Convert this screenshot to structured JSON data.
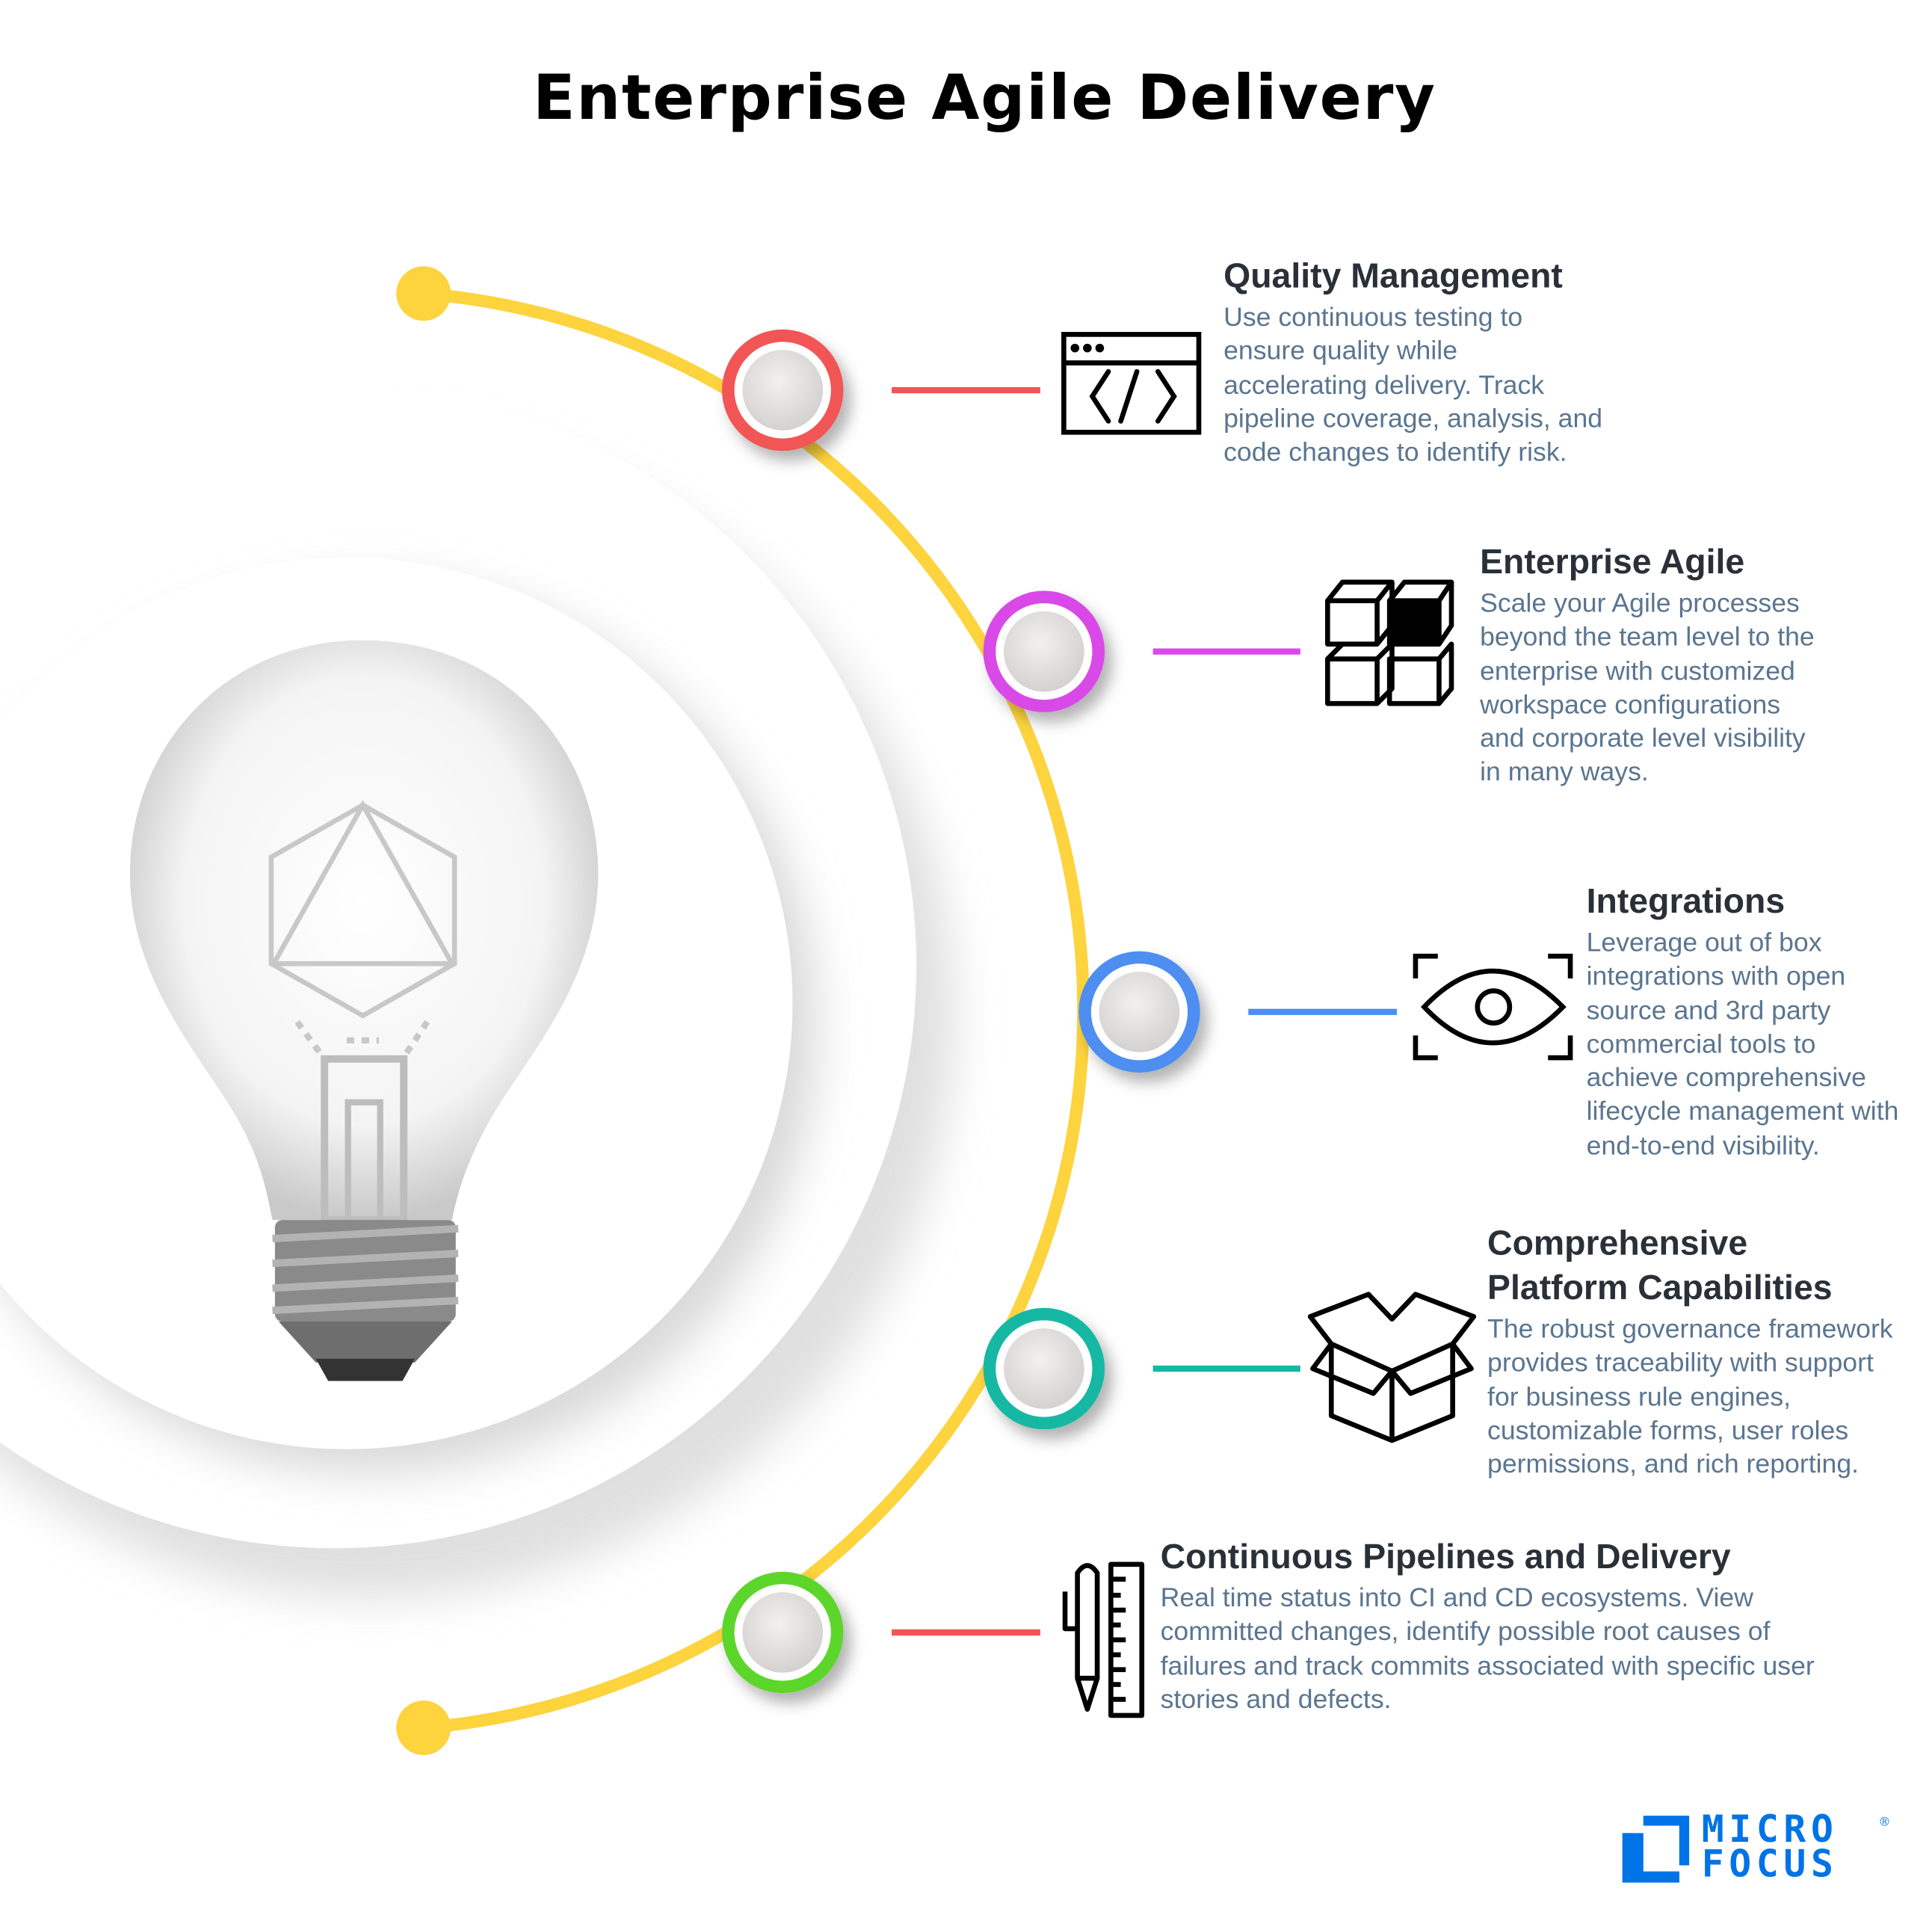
{
  "title": "Enterprise Agile Delivery",
  "colors": {
    "arc": "#fdd33e",
    "quality": "#f25555",
    "agile": "#d94ae8",
    "integrations": "#4d8ef0",
    "platform": "#14b8a3",
    "pipelines": "#5bd62a",
    "logo": "#0073e7"
  },
  "items": [
    {
      "heading": "Quality Management",
      "icon": "code-window-icon",
      "body": [
        "Use continuous testing to",
        "ensure quality while",
        "accelerating delivery. Track",
        "pipeline coverage, analysis, and",
        "code changes to identify risk."
      ]
    },
    {
      "heading": "Enterprise Agile",
      "icon": "cubes-icon",
      "body": [
        "Scale your Agile processes",
        "beyond the team level to the",
        "enterprise with customized",
        "workspace configurations",
        "and corporate level visibility",
        "in many ways."
      ]
    },
    {
      "heading": "Integrations",
      "icon": "eye-scan-icon",
      "body": [
        "Leverage out of box",
        "integrations with open",
        "source and 3rd party",
        "commercial tools to",
        "achieve comprehensive",
        "lifecycle management with",
        "end-to-end visibility."
      ]
    },
    {
      "heading": "Comprehensive",
      "heading2": "Platform Capabilities",
      "icon": "open-box-icon",
      "body": [
        "The robust governance framework",
        "provides traceability with support",
        "for business rule engines,",
        "customizable forms, user roles",
        "permissions, and rich reporting."
      ]
    },
    {
      "heading": "Continuous Pipelines and Delivery",
      "icon": "pen-ruler-icon",
      "body": [
        "Real time status into CI and CD ecosystems. View",
        "committed changes, identify possible root causes of",
        "failures and track commits associated with specific user",
        "stories and defects."
      ]
    }
  ],
  "logo": {
    "line1": "MICRO",
    "line2": "FOCUS",
    "reg": "®"
  }
}
